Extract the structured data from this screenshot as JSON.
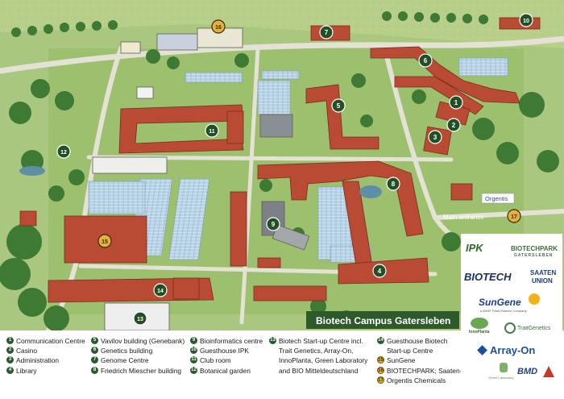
{
  "title": "Biotech Campus Gatersleben",
  "main_entrance": "Main entrance",
  "orgentis_sign": "Orgentis",
  "markers": [
    {
      "n": "1",
      "name": "Communication Centre",
      "gold": false
    },
    {
      "n": "2",
      "name": "Casino",
      "gold": false
    },
    {
      "n": "3",
      "name": "Administration",
      "gold": false
    },
    {
      "n": "4",
      "name": "Library",
      "gold": false
    },
    {
      "n": "5",
      "name": "Vavilov building (Genebank)",
      "gold": false
    },
    {
      "n": "6",
      "name": "Genetics building",
      "gold": false
    },
    {
      "n": "7",
      "name": "Genome Centre",
      "gold": false
    },
    {
      "n": "8",
      "name": "Friedrich Miescher building",
      "gold": false
    },
    {
      "n": "9",
      "name": "Bioinformatics centre",
      "gold": false
    },
    {
      "n": "10",
      "name": "Guesthouse IPK",
      "gold": false
    },
    {
      "n": "11",
      "name": "Club room",
      "gold": false
    },
    {
      "n": "12",
      "name": "Botanical garden",
      "gold": false
    },
    {
      "n": "13",
      "name": "Biotech Start-up Centre incl.",
      "gold": false
    },
    {
      "n": "14",
      "name": "Guesthouse Biotech",
      "gold": false
    },
    {
      "n": "15",
      "name": "SunGene",
      "gold": true
    },
    {
      "n": "16",
      "name": "BIOTECHPARK; Saaten-Union",
      "gold": true
    },
    {
      "n": "17",
      "name": "Orgentis Chemicals",
      "gold": true
    }
  ],
  "legend_cont": {
    "m13": [
      "Trait Genetics, Array-On,",
      "InnoPlanta, Green Laboratory",
      "and BIO Mitteldeutschland"
    ],
    "m14": [
      "Start-up Centre"
    ]
  },
  "logos": {
    "ipk": "IPK",
    "biotechpark": "BIOTECHPARK",
    "gatersleben": "GATERSLEBEN",
    "biotech": "BIOTECH",
    "saaten": "SAATEN",
    "union": "UNION",
    "sungene": "SunGene",
    "basf": "a BASF Plant Science Company",
    "innoplanta": "InnoPlanta",
    "traitgenetics": "TraitGenetics",
    "arrayon": "Array-On",
    "greenlab": "Green Laboratory",
    "bmd": "BMD"
  }
}
